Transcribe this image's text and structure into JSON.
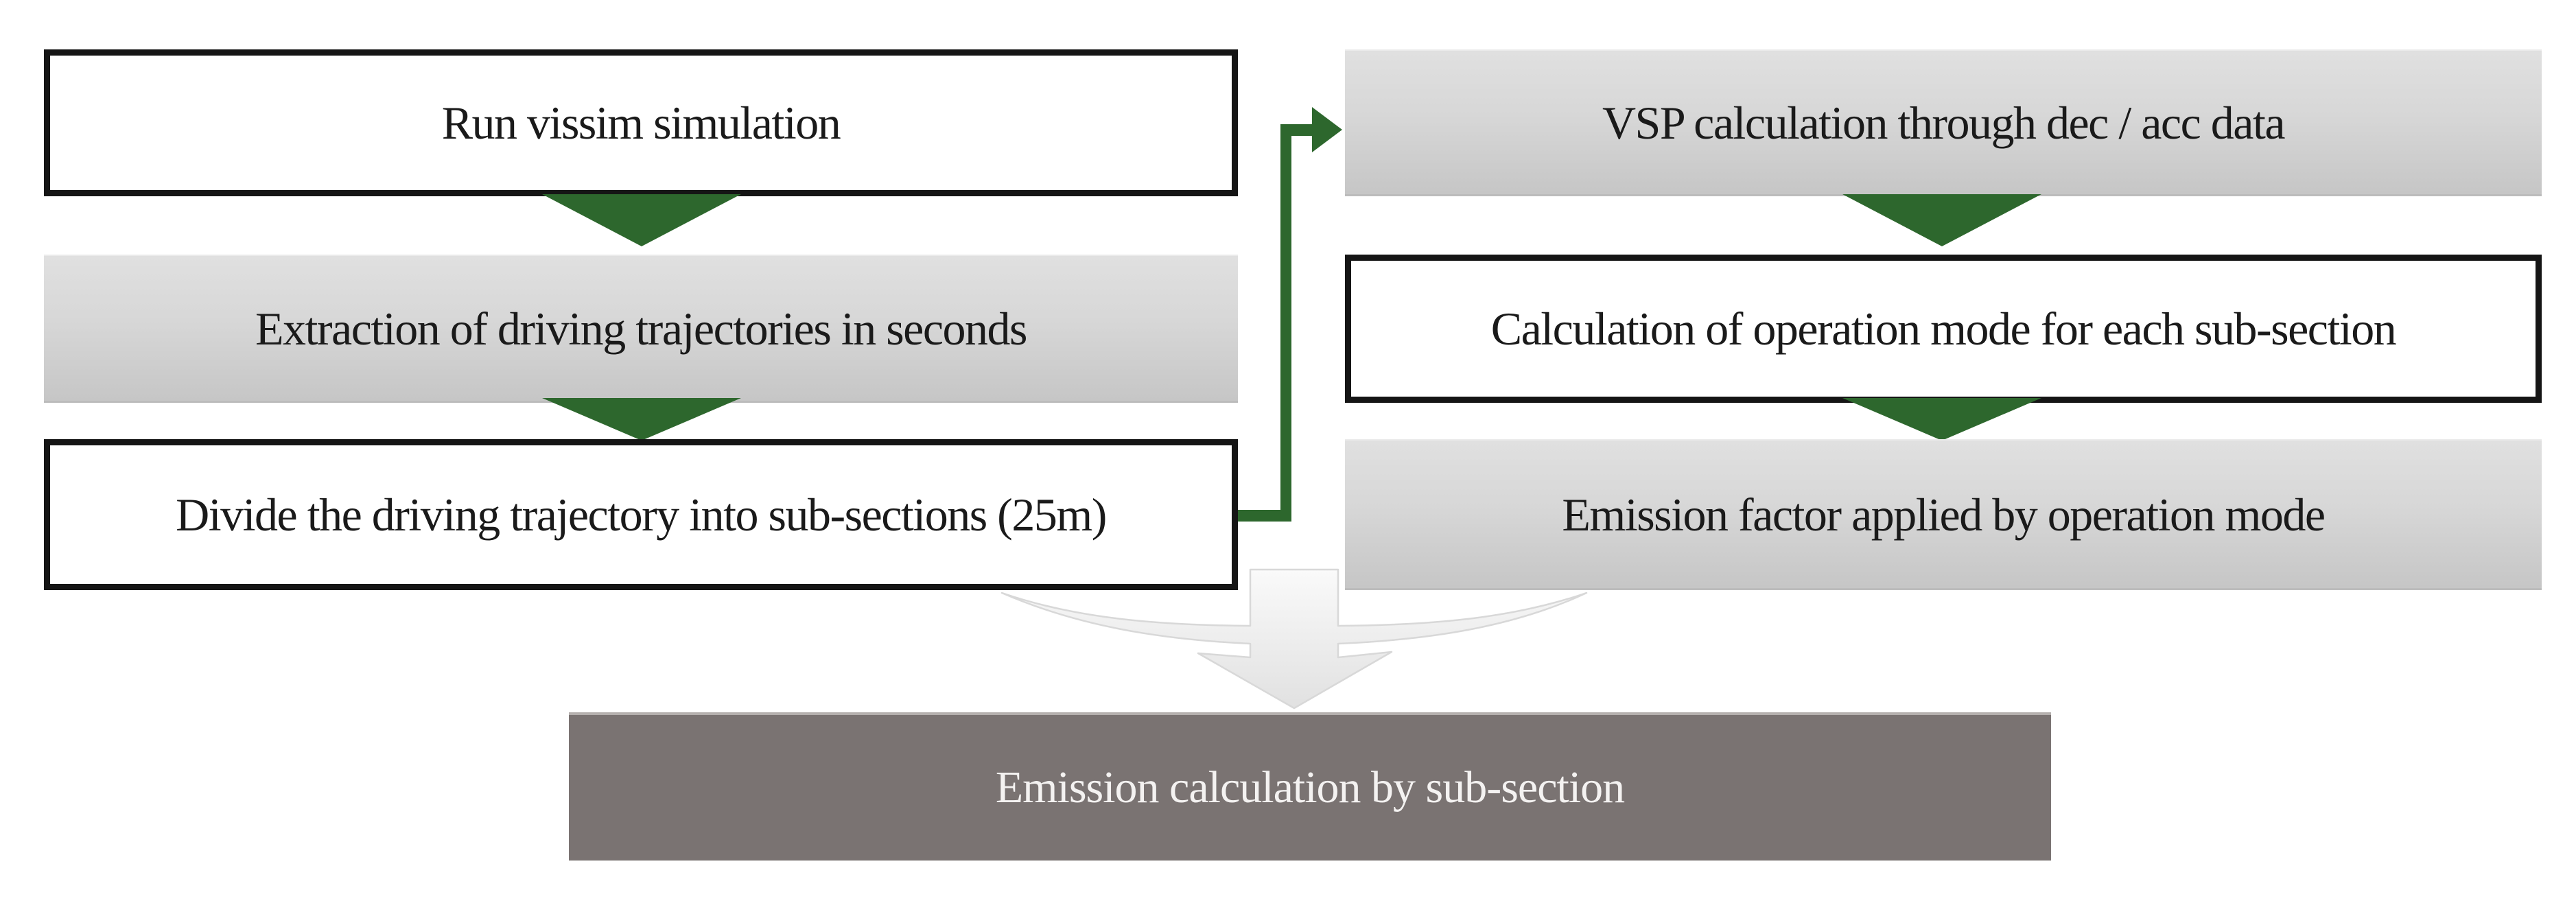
{
  "flowchart": {
    "left_column": [
      {
        "label": "Run vissim simulation",
        "variant": "outline"
      },
      {
        "label": "Extraction of driving trajectories in seconds",
        "variant": "gray"
      },
      {
        "label": "Divide the driving trajectory into sub-sections (25m)",
        "variant": "outline"
      }
    ],
    "right_column": [
      {
        "label": "VSP calculation through dec / acc data",
        "variant": "gray"
      },
      {
        "label": "Calculation of operation mode for each sub-section",
        "variant": "outline"
      },
      {
        "label": "Emission factor applied by operation mode",
        "variant": "gray"
      }
    ],
    "result": {
      "label": "Emission calculation by sub-section",
      "variant": "dark"
    },
    "connectors": {
      "step_arrow_icon": "down-triangle",
      "branch_link": "elbow-arrow from 'Divide the driving trajectory into sub-sections (25m)' to 'VSP calculation through dec / acc data'",
      "merge_arrow_icon": "curved-funnel-down-arrow"
    },
    "colors": {
      "arrow_green": "#2d672d",
      "gray_box_top": "#e0e0e0",
      "gray_box_bottom": "#c6c6c6",
      "outline_border": "#151515",
      "dark_box": "#7a7372",
      "dark_box_text": "#f4f2f1",
      "merge_arrow_top": "#ffffff",
      "merge_arrow_bottom": "#e1e1e1",
      "merge_arrow_stroke": "#d8d8d8",
      "background": "#ffffff"
    }
  }
}
